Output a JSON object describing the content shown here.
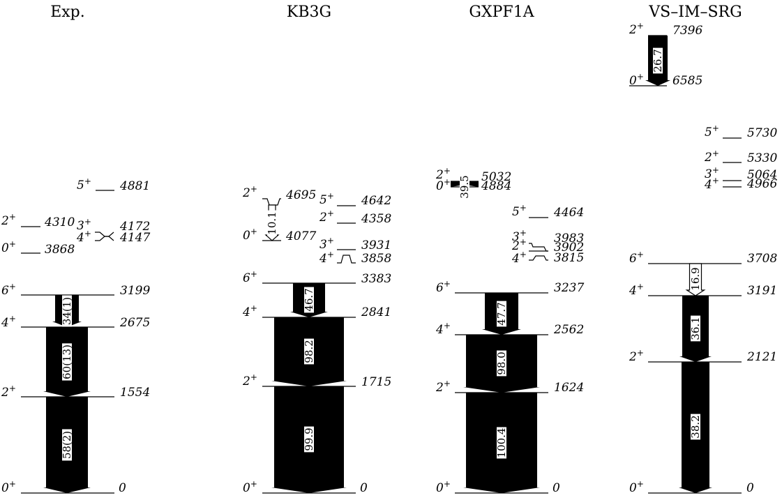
{
  "panels": [
    {
      "title": "Exp.",
      "levels": [
        {
          "spin": "0",
          "energy": "0"
        },
        {
          "spin": "2",
          "energy": "1554"
        },
        {
          "spin": "4",
          "energy": "2675"
        },
        {
          "spin": "6",
          "energy": "3199"
        },
        {
          "spin": "0",
          "energy": "3868"
        },
        {
          "spin": "4",
          "energy": "4147"
        },
        {
          "spin": "3",
          "energy": "4172"
        },
        {
          "spin": "2",
          "energy": "4310"
        },
        {
          "spin": "5",
          "energy": "4881"
        }
      ],
      "transitions": [
        {
          "label": "58(2)"
        },
        {
          "label": "60(13)"
        },
        {
          "label": "34(1)"
        }
      ]
    },
    {
      "title": "KB3G",
      "levels": [
        {
          "spin": "0",
          "energy": "0"
        },
        {
          "spin": "2",
          "energy": "1715"
        },
        {
          "spin": "4",
          "energy": "2841"
        },
        {
          "spin": "6",
          "energy": "3383"
        },
        {
          "spin": "4",
          "energy": "3858"
        },
        {
          "spin": "3",
          "energy": "3931"
        },
        {
          "spin": "2",
          "energy": "4358"
        },
        {
          "spin": "5",
          "energy": "4642"
        },
        {
          "spin": "0",
          "energy": "4077"
        },
        {
          "spin": "2",
          "energy": "4695"
        }
      ],
      "transitions": [
        {
          "label": "99.9"
        },
        {
          "label": "98.2"
        },
        {
          "label": "46.7"
        },
        {
          "label": "10.1"
        }
      ]
    },
    {
      "title": "GXPF1A",
      "levels": [
        {
          "spin": "0",
          "energy": "0"
        },
        {
          "spin": "2",
          "energy": "1624"
        },
        {
          "spin": "4",
          "energy": "2562"
        },
        {
          "spin": "6",
          "energy": "3237"
        },
        {
          "spin": "4",
          "energy": "3815"
        },
        {
          "spin": "2",
          "energy": "3902"
        },
        {
          "spin": "3",
          "energy": "3983"
        },
        {
          "spin": "5",
          "energy": "4464"
        },
        {
          "spin": "0",
          "energy": "4884"
        },
        {
          "spin": "2",
          "energy": "5032"
        }
      ],
      "transitions": [
        {
          "label": "100.4"
        },
        {
          "label": "98.0"
        },
        {
          "label": "47.7"
        },
        {
          "label": "39.5"
        }
      ]
    },
    {
      "title": "VS–IM–SRG",
      "levels": [
        {
          "spin": "0",
          "energy": "0"
        },
        {
          "spin": "2",
          "energy": "2121"
        },
        {
          "spin": "4",
          "energy": "3191"
        },
        {
          "spin": "6",
          "energy": "3708"
        },
        {
          "spin": "4",
          "energy": "4966"
        },
        {
          "spin": "3",
          "energy": "5064"
        },
        {
          "spin": "2",
          "energy": "5330"
        },
        {
          "spin": "5",
          "energy": "5730"
        },
        {
          "spin": "0",
          "energy": "6585"
        },
        {
          "spin": "2",
          "energy": "7396"
        }
      ],
      "transitions": [
        {
          "label": "38.2"
        },
        {
          "label": "36.1"
        },
        {
          "label": "16.9"
        },
        {
          "label": "26.7"
        }
      ]
    }
  ],
  "spin_parity": "+"
}
